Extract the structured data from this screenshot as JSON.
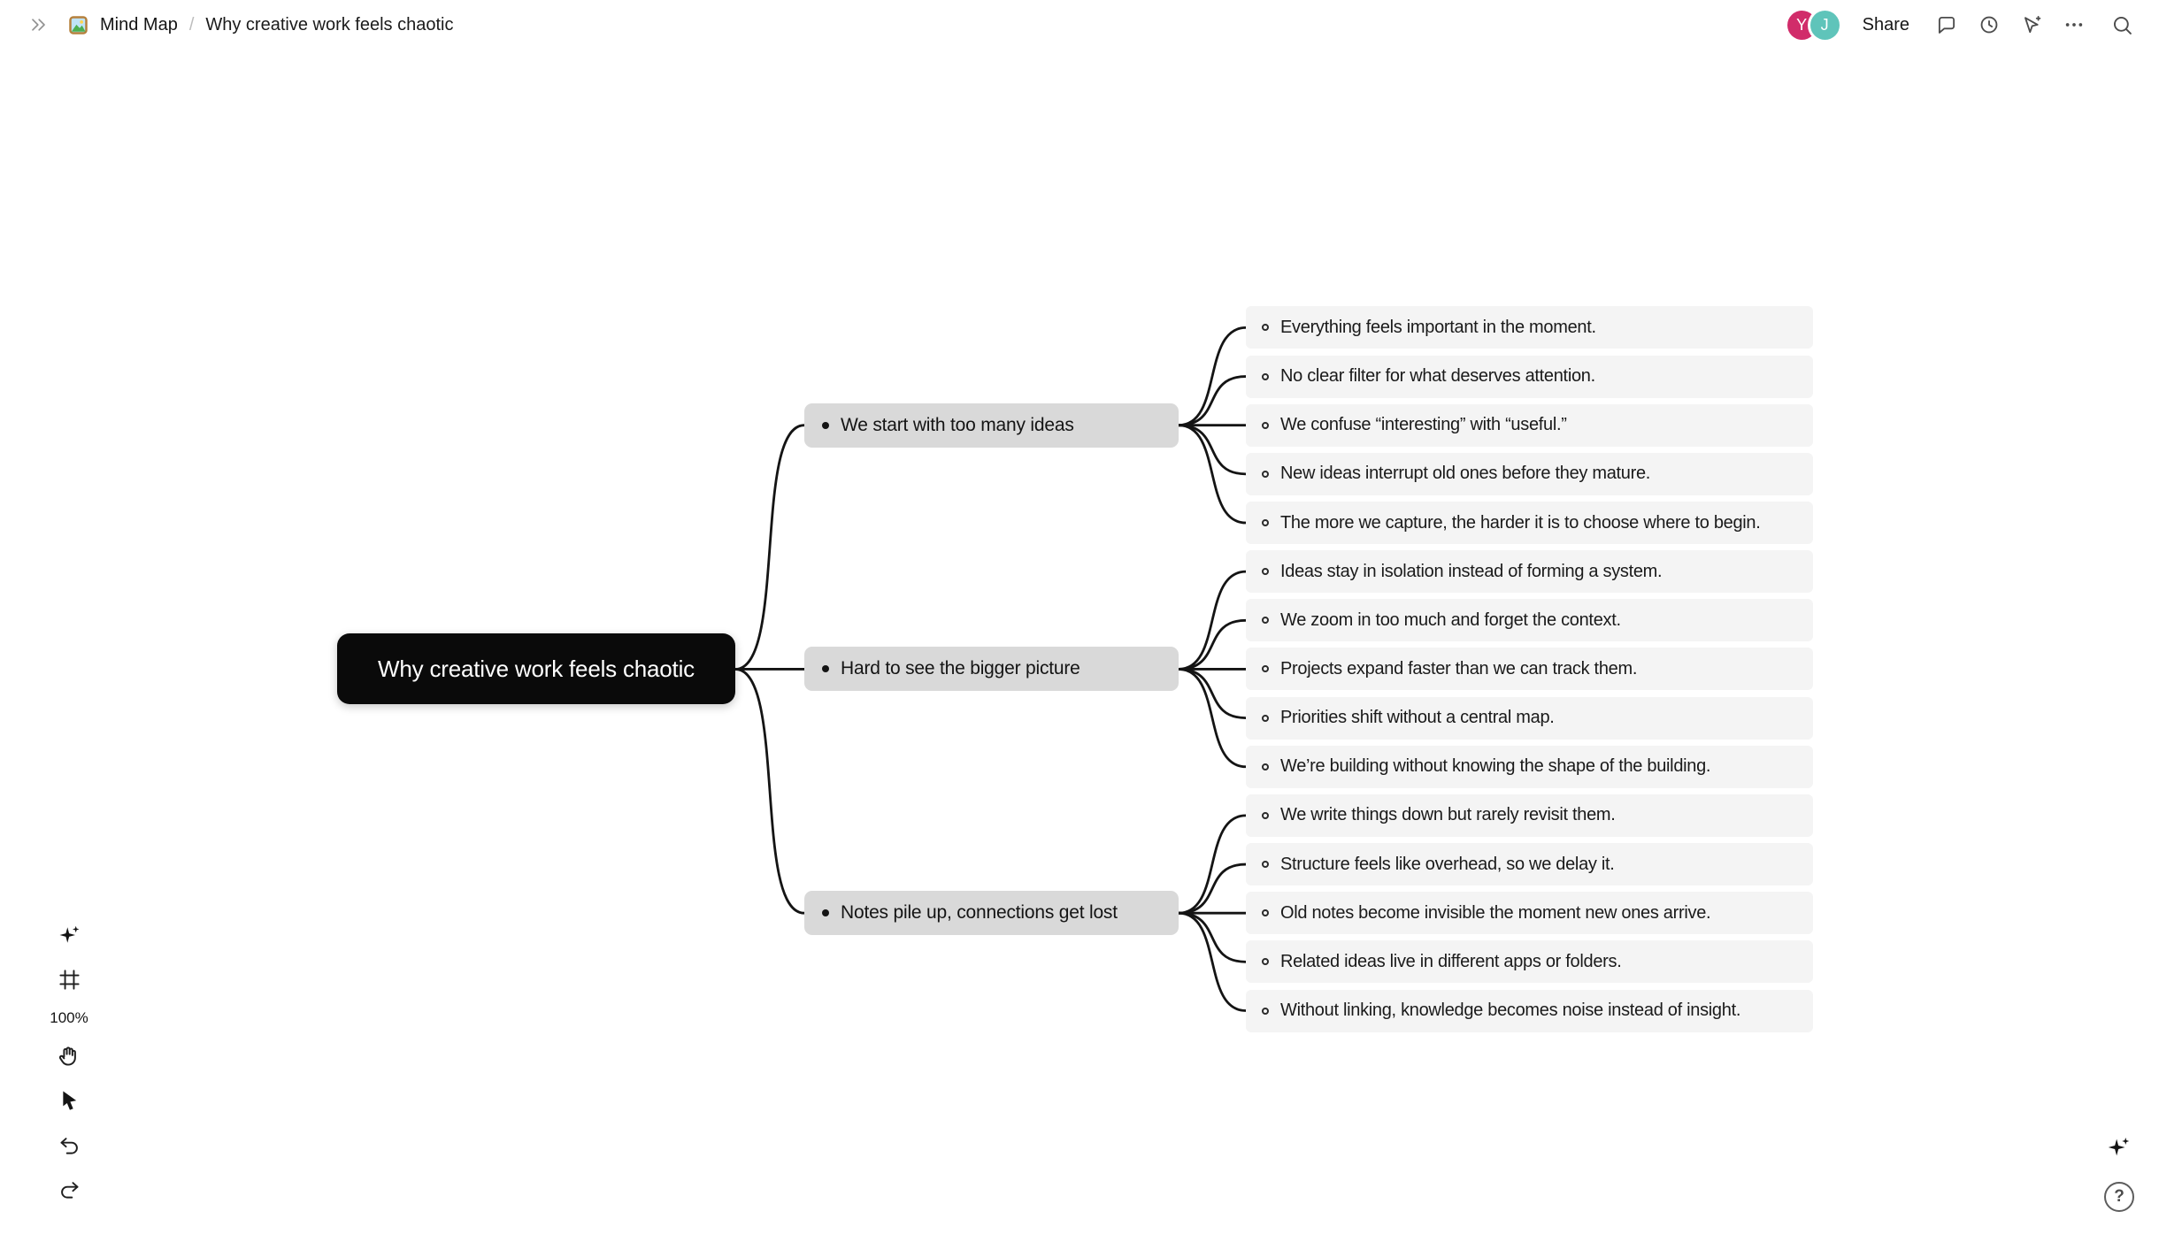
{
  "topbar": {
    "doc_title": "Mind Map",
    "separator": "/",
    "page_title": "Why creative work feels chaotic",
    "share_label": "Share",
    "avatars": [
      {
        "label": "Y",
        "color": "#d12c6a"
      },
      {
        "label": "J",
        "color": "#5fc4ba"
      }
    ]
  },
  "toolbar": {
    "zoom_level": "100%"
  },
  "help_label": "?",
  "mindmap": {
    "root": {
      "label": "Why creative work feels chaotic"
    },
    "branches": [
      {
        "label": "We start with too many ideas",
        "leaves": [
          "Everything feels important in the moment.",
          "No clear filter for what deserves attention.",
          "We confuse “interesting” with “useful.”",
          "New ideas interrupt old ones before they mature.",
          "The more we capture, the harder it is to choose where to begin."
        ]
      },
      {
        "label": "Hard to see the bigger picture",
        "leaves": [
          "Ideas stay in isolation instead of forming a system.",
          "We zoom in too much and forget the context.",
          "Projects expand faster than we can track them.",
          "Priorities shift without a central map.",
          "We’re building without knowing the shape of the building."
        ]
      },
      {
        "label": "Notes pile up, connections get lost",
        "leaves": [
          "We write things down but rarely revisit them.",
          "Structure feels like overhead, so we delay it.",
          "Old notes become invisible the moment new ones arrive.",
          "Related ideas live in different apps or folders.",
          "Without linking, knowledge becomes noise instead of insight."
        ]
      }
    ]
  },
  "colors": {
    "root_bg": "#0a0a0a",
    "root_text": "#ffffff",
    "branch_bg": "#d9d9d9",
    "leaf_bg": "#f4f4f4",
    "edge": "#141414"
  }
}
